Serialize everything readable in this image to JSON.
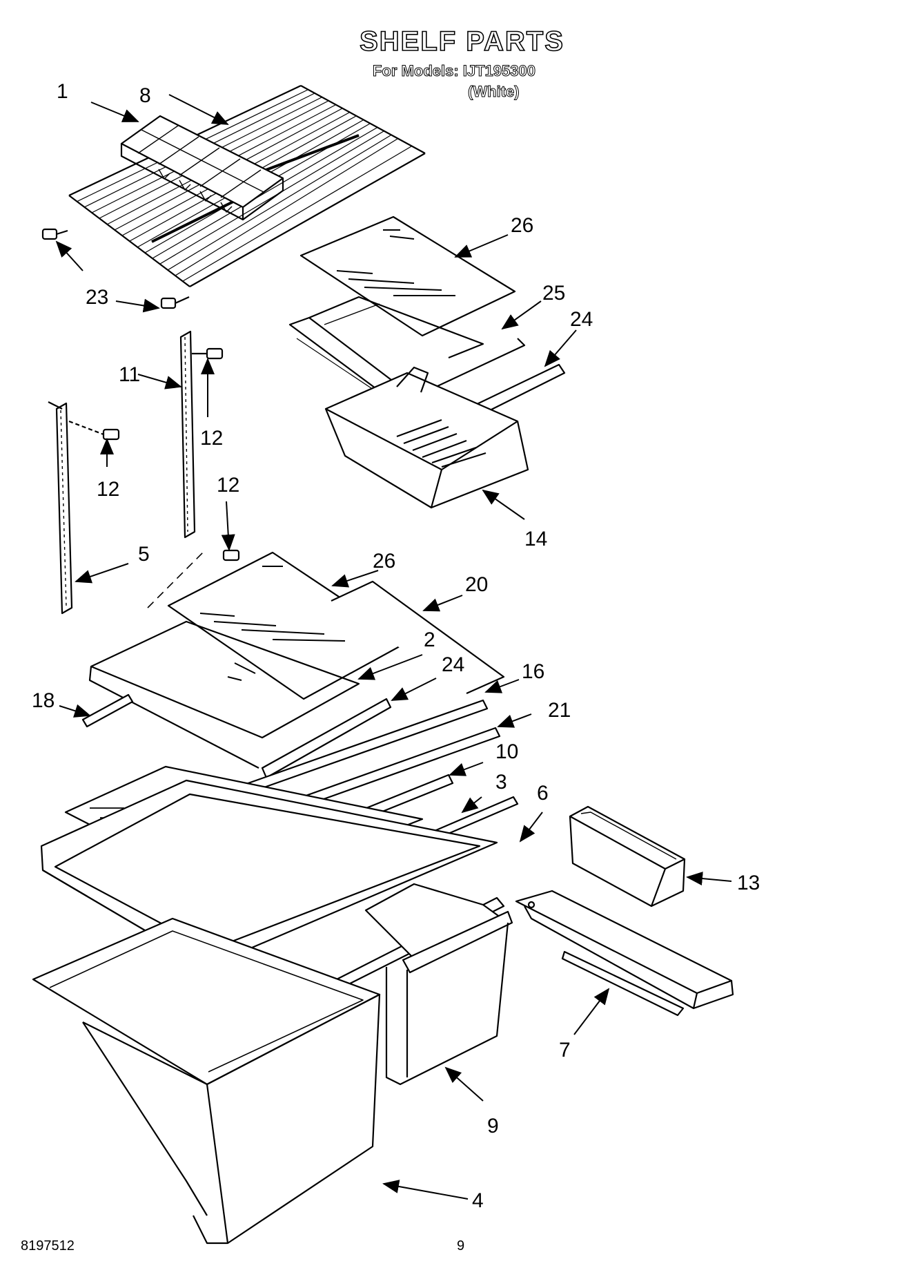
{
  "header": {
    "title": "SHELF PARTS",
    "models_label": "For Models: IJT195300",
    "color_label": "(White)"
  },
  "footer": {
    "doc_number": "8197512",
    "page_number": "9"
  },
  "callouts": [
    "1",
    "8",
    "26",
    "25",
    "24",
    "23",
    "11",
    "12",
    "12",
    "12",
    "14",
    "5",
    "26",
    "20",
    "2",
    "24",
    "16",
    "18",
    "21",
    "10",
    "3",
    "6",
    "13",
    "7",
    "9",
    "4"
  ]
}
